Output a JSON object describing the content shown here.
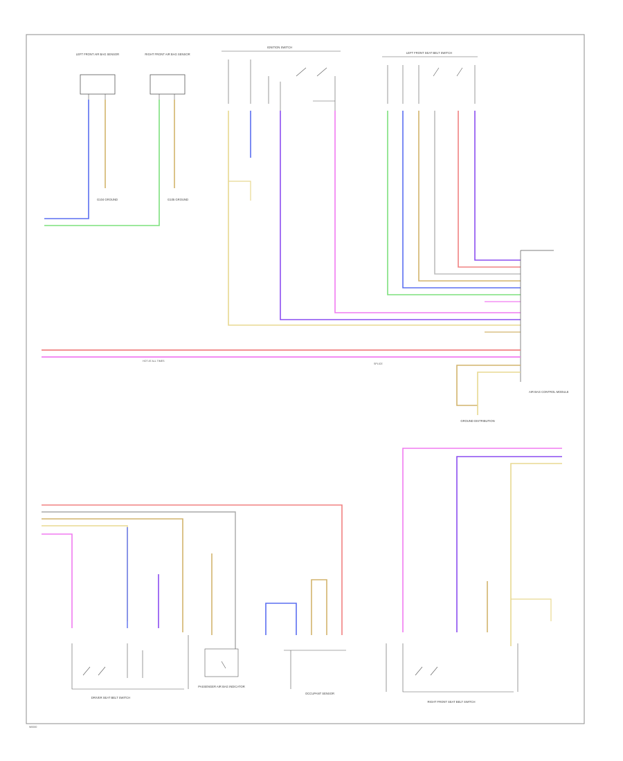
{
  "palette": {
    "pink": "#f07af0",
    "violet": "#8a4cf0",
    "blue": "#5a6ef0",
    "green": "#7ce07c",
    "yellow": "#e8d890",
    "tan": "#d2b46c",
    "red": "#f08080",
    "gray": "#9a9a9a",
    "frame": "#8c8c8c"
  },
  "figure_code": "W0000",
  "labels": {
    "lf_sensor": "LEFT FRONT AIR BAG SENSOR",
    "rf_sensor": "RIGHT FRONT AIR BAG SENSOR",
    "lf_ground": "G104 GROUND",
    "rf_ground": "G105 GROUND",
    "ignition_switch": "IGNITION SWITCH",
    "lf_seat_belt_switch": "LEFT FRONT SEAT BELT SWITCH",
    "air_bag_module": "AIR BAG CONTROL MODULE",
    "driver_buckle_switch": "DRIVER SEAT BELT SWITCH",
    "passenger_indicator": "PASSENGER AIR BAG INDICATOR",
    "occupant_sensor": "OCCUPANT SENSOR",
    "rf_seat_belt_switch": "RIGHT FRONT SEAT BELT SWITCH",
    "ground_dist": "GROUND DISTRIBUTION",
    "hot_at_all_times": "HOT AT ALL TIMES",
    "splice": "SPLICE"
  }
}
